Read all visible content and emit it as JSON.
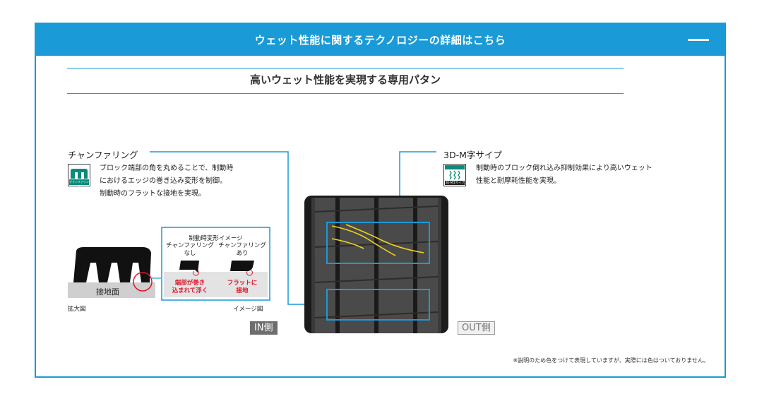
{
  "header": {
    "title": "ウェット性能に関するテクノロジーの詳細はこちら"
  },
  "section": {
    "title": "高いウェット性能を実現する専用パタン"
  },
  "chamfering": {
    "title": "チャンファリング",
    "icon_label": "チャンファリング",
    "desc_lines": [
      "ブロック端部の角を丸めることで、制動時",
      "におけるエッジの巻き込み変形を制御。",
      "制動時のフラットな接地を実現。"
    ]
  },
  "siping": {
    "title": "3D-M字サイプ",
    "icon_label": "3D-M字サイプ",
    "desc_lines": [
      "制動時のブロック倒れ込み抑制効果により高いウェット",
      "性能と耐摩耗性能を実現。"
    ]
  },
  "enlarged": {
    "ground_label": "接地面",
    "caption": "拡大図"
  },
  "deformation": {
    "title": "制動時変形イメージ",
    "without_label": "チャンファリング",
    "without_sub": "なし",
    "with_label": "チャンファリング",
    "with_sub": "あり",
    "without_result": [
      "端部が巻き",
      "込まれて浮く"
    ],
    "with_result": [
      "フラットに",
      "接地"
    ],
    "caption": "イメージ図"
  },
  "tire": {
    "in_label": "IN側",
    "out_label": "OUT側"
  },
  "footnote": "※説明のため色をつけて表現していますが、実際には色はついておりません。",
  "colors": {
    "accent": "#1a9ad6",
    "highlight_red": "#e0142a",
    "sipe_yellow": "#f2d21b",
    "icon_green": "#0a8a7a"
  }
}
